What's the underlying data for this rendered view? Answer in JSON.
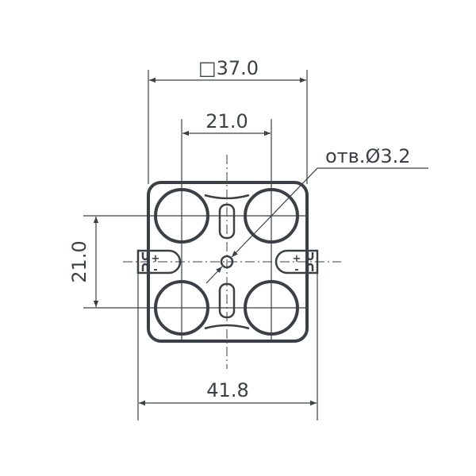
{
  "drawing": {
    "dimensions": {
      "body_square": "□37.0",
      "pitch_horizontal": "21.0",
      "pitch_vertical": "21.0",
      "overall_width": "41.8",
      "hole_callout": "отв.Ø3.2"
    },
    "terminal_labels": {
      "plus": "+",
      "minus": "-"
    },
    "line_color": "#3b4046"
  }
}
